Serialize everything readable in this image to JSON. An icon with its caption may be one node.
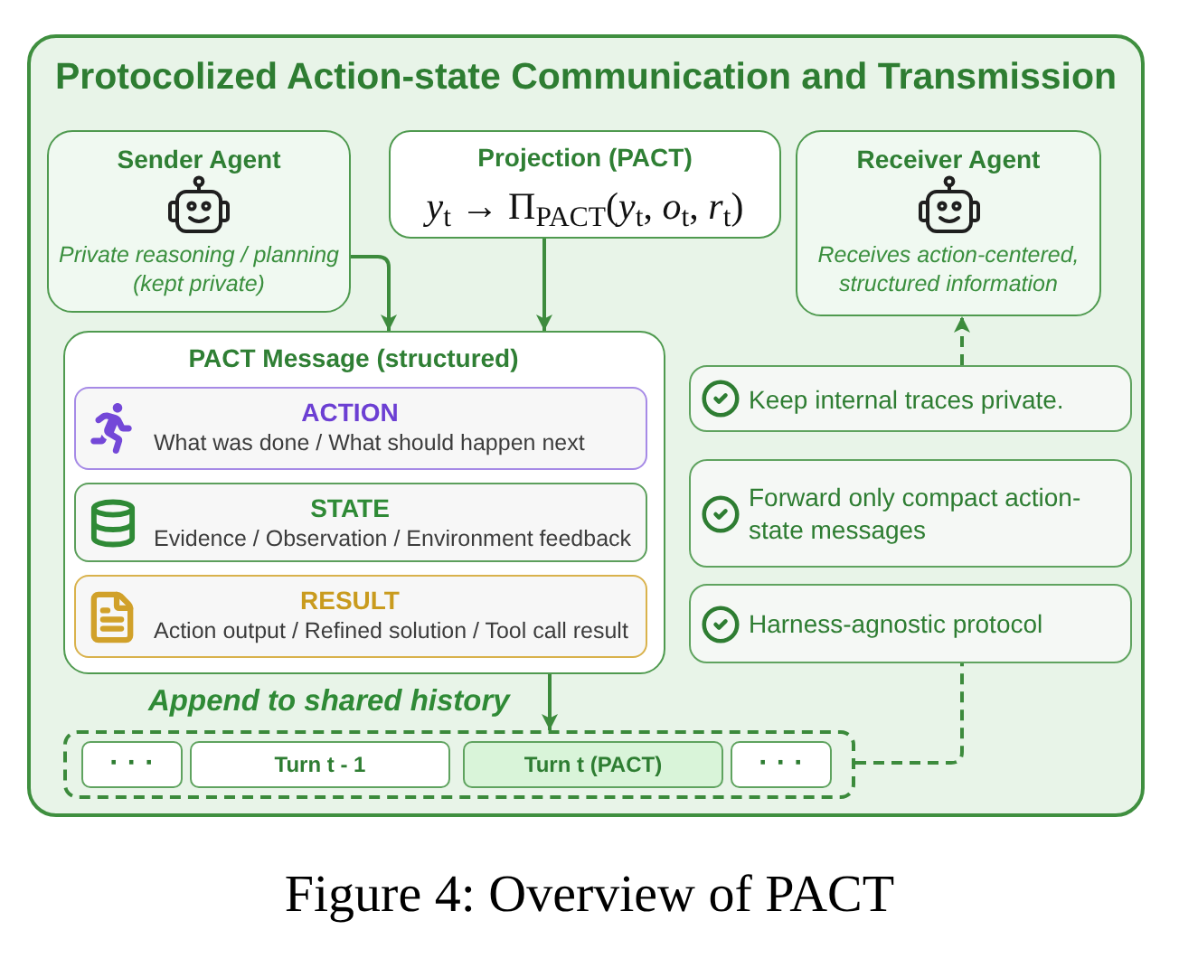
{
  "diagram": {
    "caption": "Figure 4: Overview of PACT",
    "nodes": [
      {
        "text": [
          "Protocolized Action-state Communication and Transmission"
        ]
      },
      {
        "text": [
          "Sender Agent",
          "Private reasoning / planning (kept private)"
        ],
        "in": 0
      },
      {
        "text": [
          "Projection (PACT)",
          "*y*$_{t}$ → Π$_{PACT}$(*y*$_{t}$, *o*$_{t}$, *r*$_{t}$)"
        ],
        "in": 0
      },
      {
        "text": [
          "Receiver Agent",
          "Receives action-centered, structured information"
        ],
        "in": 0
      },
      {
        "text": [
          "PACT Message (structured)"
        ],
        "in": 0
      },
      {
        "text": [
          "ACTION",
          "What was done / What should happen next"
        ],
        "in": 4
      },
      {
        "text": [
          "STATE",
          "Evidence / Observation / Environment feedback"
        ],
        "in": 4
      },
      {
        "text": [
          "RESULT",
          "Action output / Refined solution / Tool call result"
        ],
        "in": 4
      },
      {
        "text": [
          "Keep internal traces private."
        ],
        "in": 0
      },
      {
        "text": [
          "Forward only compact action-state messages"
        ],
        "in": 0
      },
      {
        "text": [
          "Harness-agnostic protocol"
        ],
        "in": 0
      },
      {
        "text": [],
        "shape": "box",
        "in": 0
      },
      {
        "text": [
          "· · ·"
        ],
        "in": 11
      },
      {
        "text": [
          "Turn t - 1"
        ],
        "in": 11
      },
      {
        "text": [
          "Turn t (PACT)"
        ],
        "in": 11
      },
      {
        "text": [
          "· · ·"
        ],
        "in": 11
      }
    ],
    "edges": [
      {
        "from": 1,
        "to": 4,
        "arrow": "to"
      },
      {
        "from": 2,
        "to": 4,
        "arrow": "to"
      },
      {
        "from": 4,
        "to": 11,
        "arrow": "to",
        "label": "Append to shared history"
      },
      {
        "from": 11,
        "to": 10,
        "arrow": "none",
        "style": "dashed"
      },
      {
        "from": 8,
        "to": 3,
        "arrow": "to",
        "style": "dashed"
      }
    ]
  }
}
